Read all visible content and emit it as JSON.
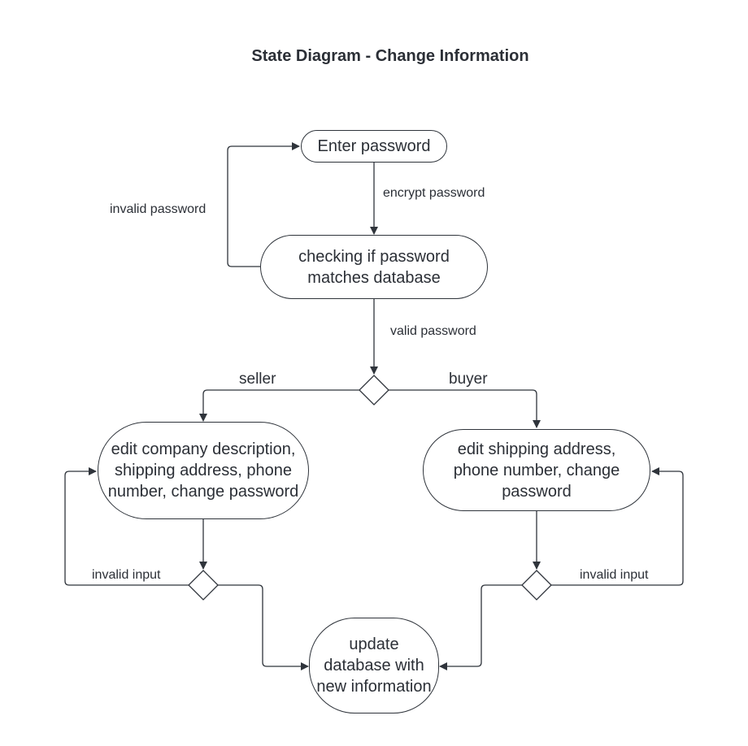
{
  "title": "State Diagram - Change Information",
  "states": {
    "enter_password": "Enter password",
    "checking": "checking if password matches database",
    "seller_edit": "edit company description, shipping address, phone number, change password",
    "buyer_edit": "edit shipping address, phone number, change password",
    "update": "update database with new information"
  },
  "transitions": {
    "encrypt": "encrypt password",
    "invalid_password": "invalid password",
    "valid_password": "valid password",
    "seller": "seller",
    "buyer": "buyer",
    "invalid_input_left": "invalid input",
    "invalid_input_right": "invalid input"
  },
  "colors": {
    "stroke": "#2f343b",
    "text": "#2b2f36"
  }
}
